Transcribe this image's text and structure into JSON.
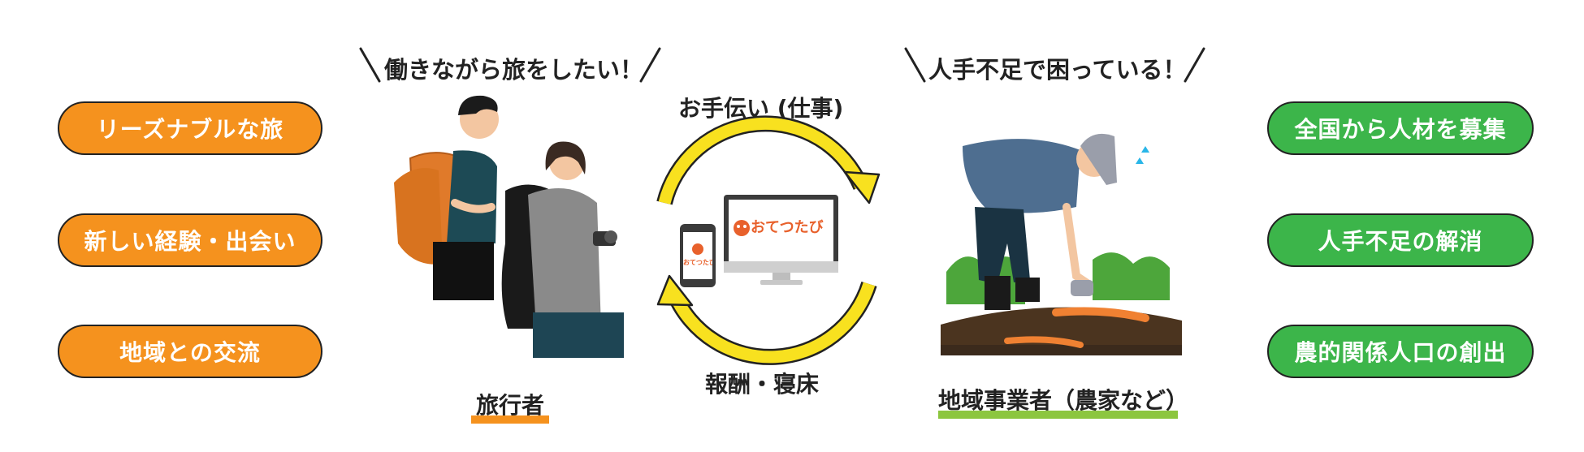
{
  "traveler_header": "働きながら旅をしたい！",
  "business_header": "人手不足で困っている！",
  "flow": {
    "help_label": "お手伝い (仕事)",
    "reward_label": "報酬・寝床"
  },
  "app": {
    "logo_text": "おてつたび",
    "phone_logo_text": "おてつたび"
  },
  "roles": {
    "traveler": "旅行者",
    "business": "地域事業者（農家など）"
  },
  "traveler_benefits": [
    "リーズナブルな旅",
    "新しい経験・出会い",
    "地域との交流"
  ],
  "business_benefits": [
    "全国から人材を募集",
    "人手不足の解消",
    "農的関係人口の創出"
  ],
  "colors": {
    "orange": "#f5921e",
    "green": "#3cb54a",
    "yellow": "#f8e11f",
    "accent_green": "#8cc63f",
    "brand": "#e8612c"
  }
}
